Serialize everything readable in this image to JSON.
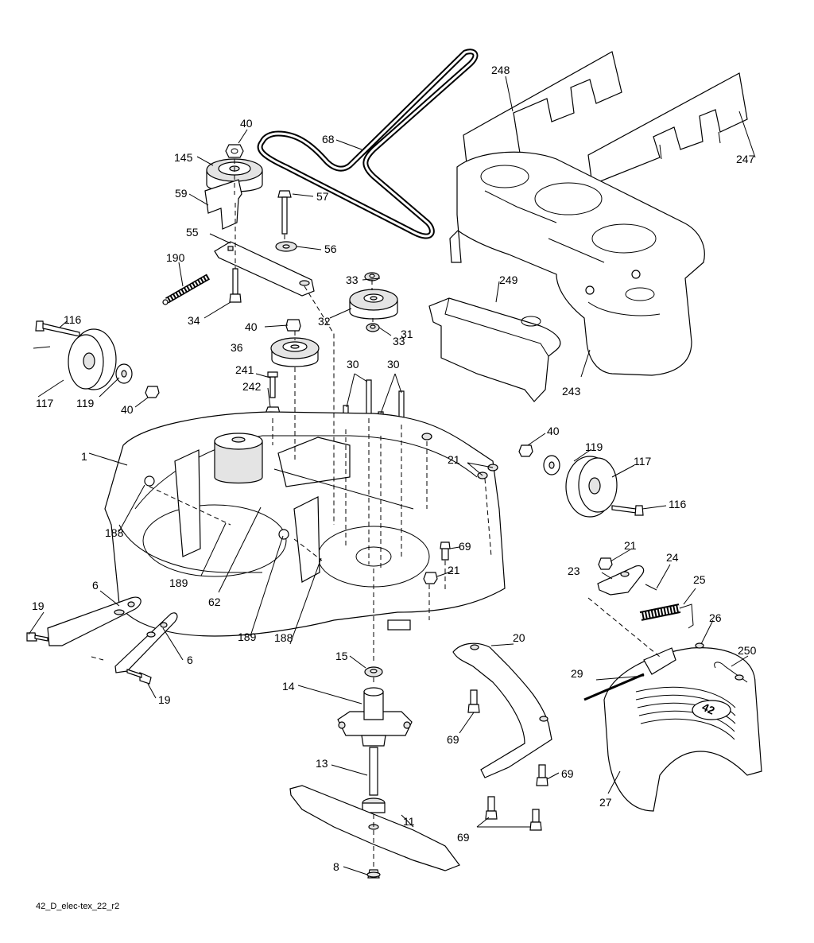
{
  "footer_code": "42_D_elec-tex_22_r2",
  "callouts": [
    {
      "id": "c40a",
      "text": "40"
    },
    {
      "id": "c145",
      "text": "145"
    },
    {
      "id": "c68",
      "text": "68"
    },
    {
      "id": "c248",
      "text": "248"
    },
    {
      "id": "c247",
      "text": "247"
    },
    {
      "id": "c59",
      "text": "59"
    },
    {
      "id": "c57",
      "text": "57"
    },
    {
      "id": "c55",
      "text": "55"
    },
    {
      "id": "c56",
      "text": "56"
    },
    {
      "id": "c190",
      "text": "190"
    },
    {
      "id": "c33a",
      "text": "33"
    },
    {
      "id": "c32",
      "text": "32"
    },
    {
      "id": "c31",
      "text": "31"
    },
    {
      "id": "c33b",
      "text": "33"
    },
    {
      "id": "c34",
      "text": "34"
    },
    {
      "id": "c249",
      "text": "249"
    },
    {
      "id": "c116a",
      "text": "116"
    },
    {
      "id": "c40b",
      "text": "40"
    },
    {
      "id": "c36",
      "text": "36"
    },
    {
      "id": "c243",
      "text": "243"
    },
    {
      "id": "c117a",
      "text": "117"
    },
    {
      "id": "c119a",
      "text": "119"
    },
    {
      "id": "c40c",
      "text": "40"
    },
    {
      "id": "c241",
      "text": "241"
    },
    {
      "id": "c30a",
      "text": "30"
    },
    {
      "id": "c30b",
      "text": "30"
    },
    {
      "id": "c242",
      "text": "242"
    },
    {
      "id": "c40d",
      "text": "40"
    },
    {
      "id": "c119b",
      "text": "119"
    },
    {
      "id": "c117b",
      "text": "117"
    },
    {
      "id": "c1",
      "text": "1"
    },
    {
      "id": "c21a",
      "text": "21"
    },
    {
      "id": "c116b",
      "text": "116"
    },
    {
      "id": "c188a",
      "text": "188"
    },
    {
      "id": "c69a",
      "text": "69"
    },
    {
      "id": "c21b",
      "text": "21"
    },
    {
      "id": "c189a",
      "text": "189"
    },
    {
      "id": "c62",
      "text": "62"
    },
    {
      "id": "c21c",
      "text": "21"
    },
    {
      "id": "c24",
      "text": "24"
    },
    {
      "id": "c23",
      "text": "23"
    },
    {
      "id": "c25",
      "text": "25"
    },
    {
      "id": "c189b",
      "text": "189"
    },
    {
      "id": "c188b",
      "text": "188"
    },
    {
      "id": "c6a",
      "text": "6"
    },
    {
      "id": "c19a",
      "text": "19"
    },
    {
      "id": "c26",
      "text": "26"
    },
    {
      "id": "c6b",
      "text": "6"
    },
    {
      "id": "c15",
      "text": "15"
    },
    {
      "id": "c20",
      "text": "20"
    },
    {
      "id": "c250",
      "text": "250"
    },
    {
      "id": "c29",
      "text": "29"
    },
    {
      "id": "c19b",
      "text": "19"
    },
    {
      "id": "c14",
      "text": "14"
    },
    {
      "id": "c69b",
      "text": "69"
    },
    {
      "id": "c13",
      "text": "13"
    },
    {
      "id": "c69c",
      "text": "69"
    },
    {
      "id": "c27",
      "text": "27"
    },
    {
      "id": "c11",
      "text": "11"
    },
    {
      "id": "c69d",
      "text": "69"
    },
    {
      "id": "c8",
      "text": "8"
    }
  ],
  "deck_badge": "42"
}
